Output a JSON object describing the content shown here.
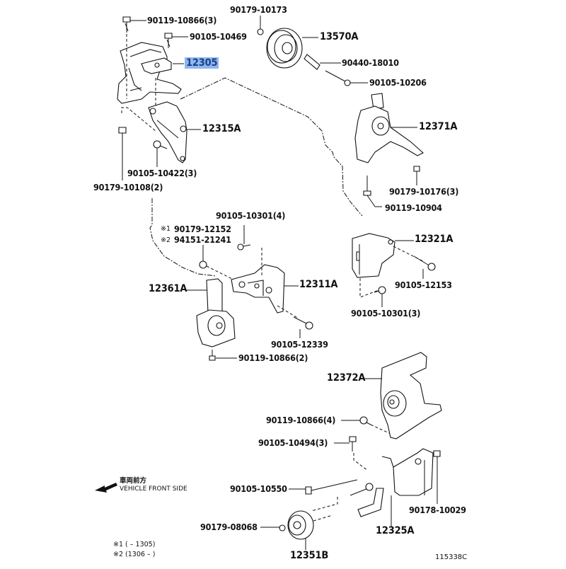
{
  "diagram": {
    "title": "Engine Mounting Parts Diagram",
    "highlight_color": "#8fb7ee",
    "highlighted_part": "12305",
    "labels": {
      "p90119_10866_3": "90119-10866(3)",
      "p90105_10469": "90105-10469",
      "p12305": "12305",
      "p90179_10173": "90179-10173",
      "p13570A": "13570A",
      "p90440_18010": "90440-18010",
      "p90105_10206": "90105-10206",
      "p12315A": "12315A",
      "p90105_10422_3": "90105-10422(3)",
      "p90179_10108_2": "90179-10108(2)",
      "p12371A": "12371A",
      "p90179_10176_3": "90179-10176(3)",
      "p90119_10904": "90119-10904",
      "p90105_10301_4": "90105-10301(4)",
      "p90179_12152": "90179-12152",
      "p94151_21241": "94151-21241",
      "p12321A": "12321A",
      "p90105_12153": "90105-12153",
      "p90105_10301_3": "90105-10301(3)",
      "p12361A": "12361A",
      "p12311A": "12311A",
      "p90105_12339": "90105-12339",
      "p90119_10866_2": "90119-10866(2)",
      "p12372A": "12372A",
      "p90119_10866_4": "90119-10866(4)",
      "p90105_10494_3": "90105-10494(3)",
      "p90105_10550": "90105-10550",
      "p90178_10029": "90178-10029",
      "p90179_08068": "90179-08068",
      "p12325A": "12325A",
      "p12351B": "12351B"
    },
    "marks": {
      "m1": "※1",
      "m2": "※2"
    },
    "direction": {
      "jp": "車両前方",
      "en": "VEHICLE FRONT SIDE"
    },
    "footnotes": {
      "n1": "※1 (        – 1305)",
      "n2": "※2 (1306 –        )"
    },
    "figure_id": "115338C"
  }
}
